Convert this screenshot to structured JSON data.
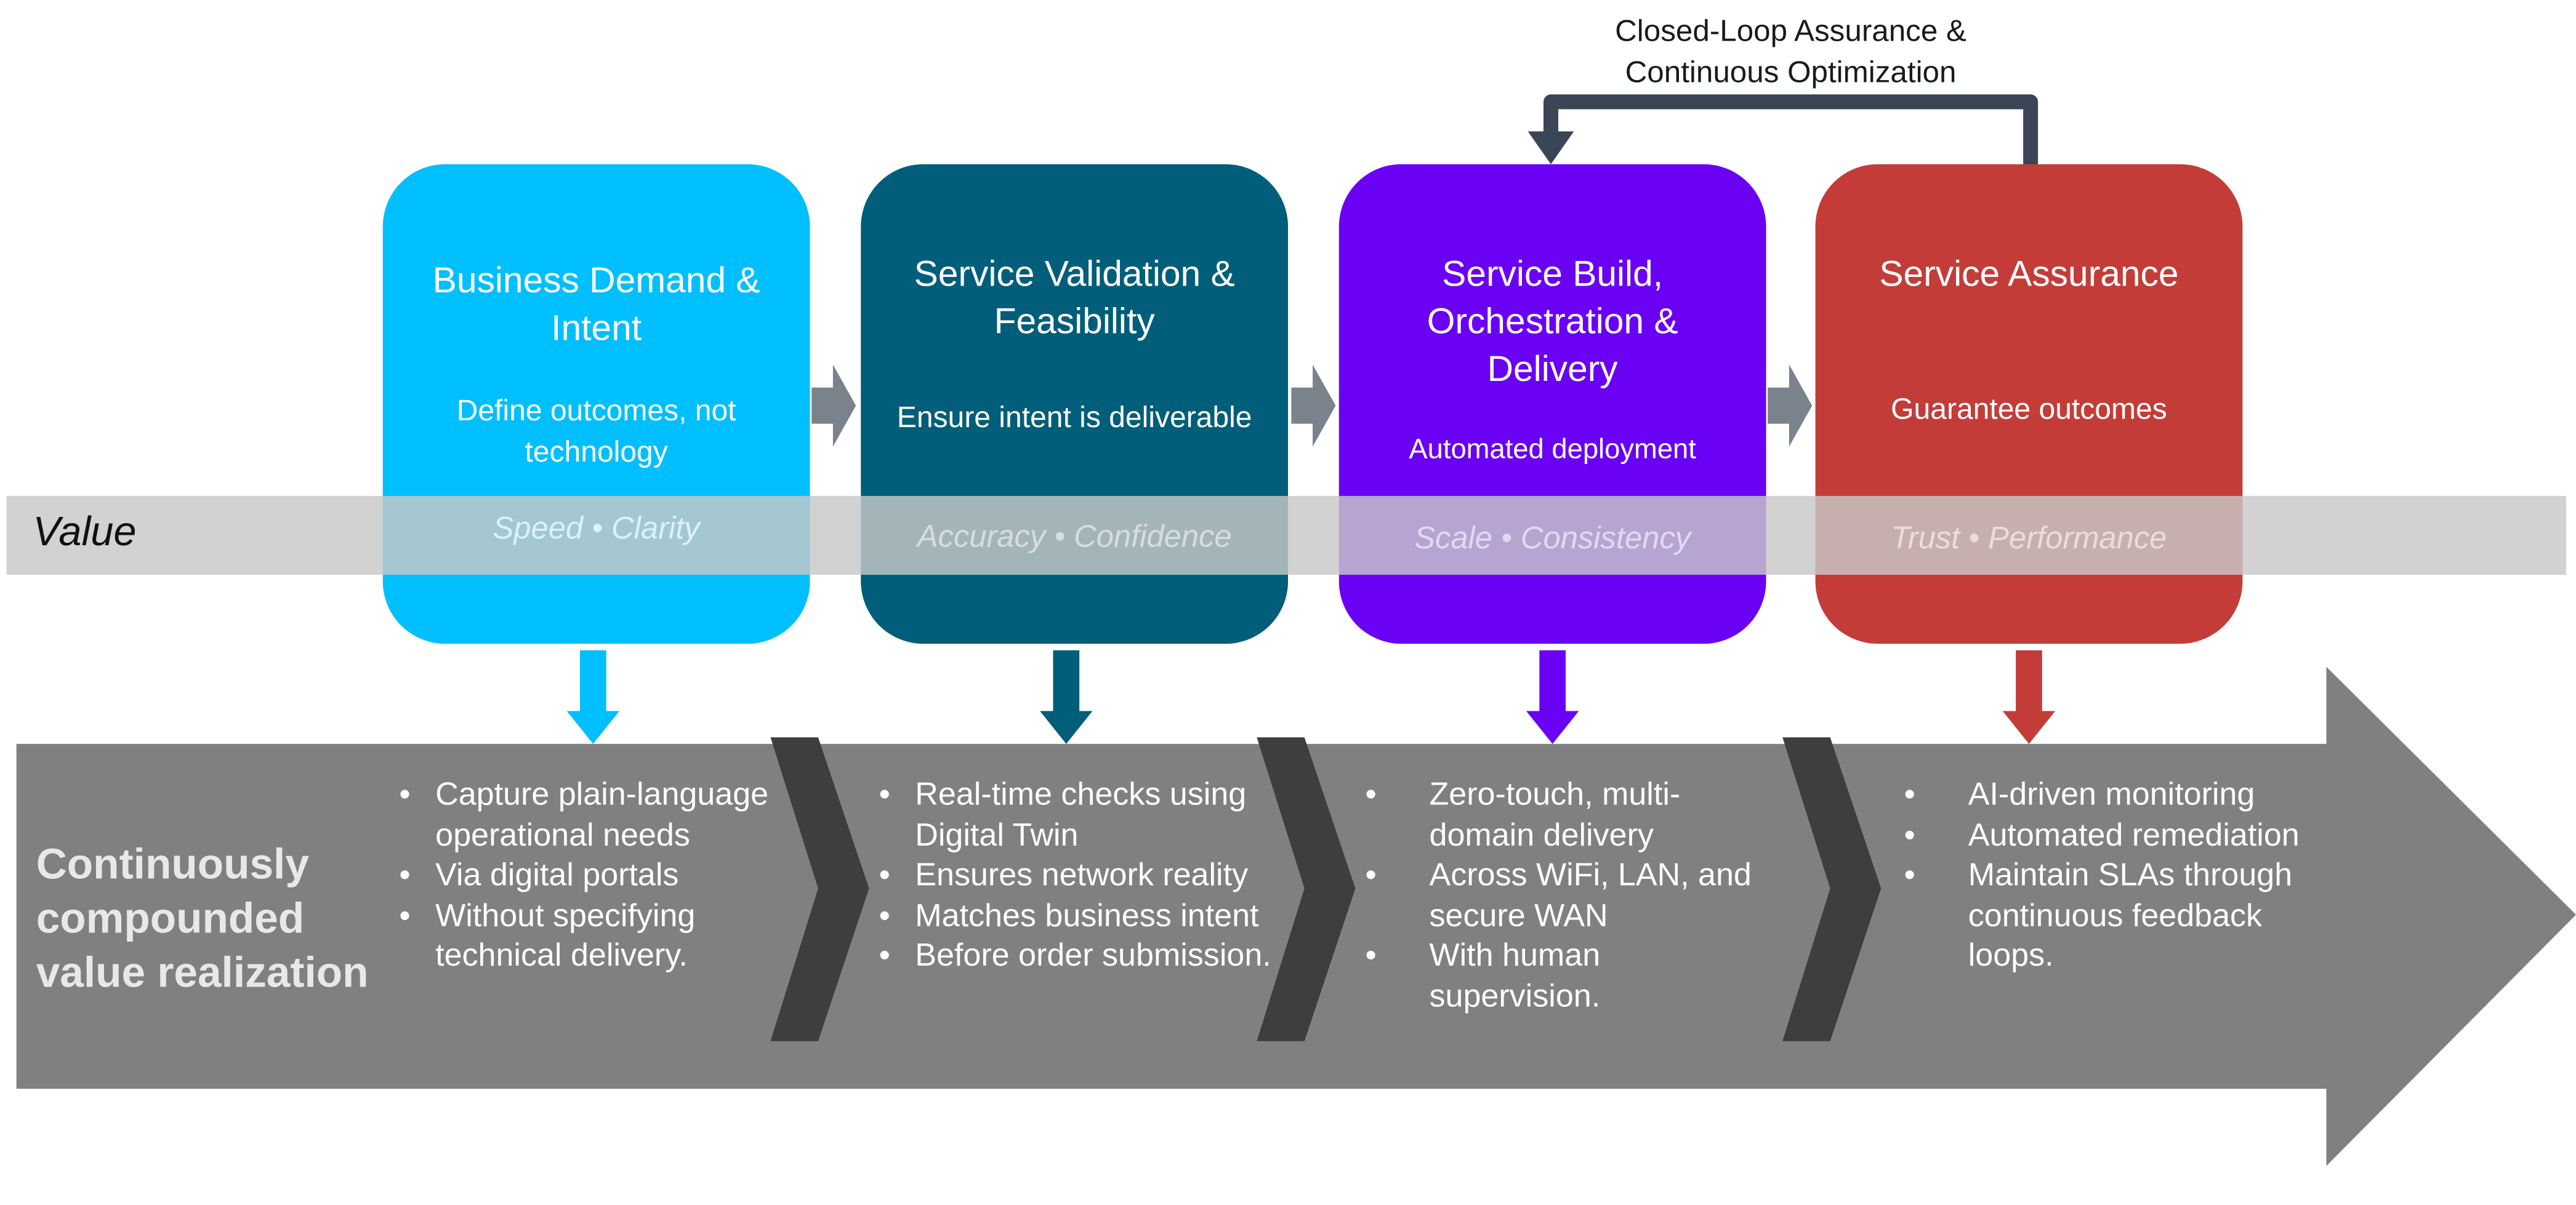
{
  "loop_label": [
    "Closed-Loop Assurance &",
    "Continuous Optimization"
  ],
  "value_label": "Value",
  "stages": [
    {
      "title": "Business Demand & Intent",
      "subtitle": "Define outcomes, not technology",
      "value": "Speed • Clarity",
      "color": "#00bfff"
    },
    {
      "title": "Service Validation & Feasibility",
      "subtitle": "Ensure intent is deliverable",
      "value": "Accuracy • Confidence",
      "color": "#005e7a"
    },
    {
      "title": "Service Build, Orchestration & Delivery",
      "subtitle": "Automated deployment",
      "value": "Scale • Consistency",
      "color": "#6a00f4"
    },
    {
      "title": "Service Assurance",
      "subtitle": "Guarantee outcomes",
      "value": "Trust • Performance",
      "color": "#c43c38"
    }
  ],
  "realization_label": [
    "Continuously",
    "compounded",
    "value realization"
  ],
  "columns": [
    {
      "bullets": [
        "Capture plain-language operational needs",
        "Via digital portals",
        "Without specifying technical delivery."
      ]
    },
    {
      "bullets": [
        "Real-time checks using Digital Twin",
        "Ensures network reality",
        "Matches business intent",
        "Before order submission."
      ]
    },
    {
      "bullets": [
        "Zero-touch, multi-domain delivery",
        "Across WiFi, LAN, and secure WAN",
        "With human supervision."
      ]
    },
    {
      "bullets": [
        "AI-driven monitoring",
        "Automated remediation",
        "Maintain SLAs through continuous feedback loops."
      ]
    }
  ],
  "colors": {
    "band": "#808080",
    "chevron": "#3e3e3e",
    "loop_arrow": "#3a4556",
    "step_arrow": "#7a838c"
  }
}
